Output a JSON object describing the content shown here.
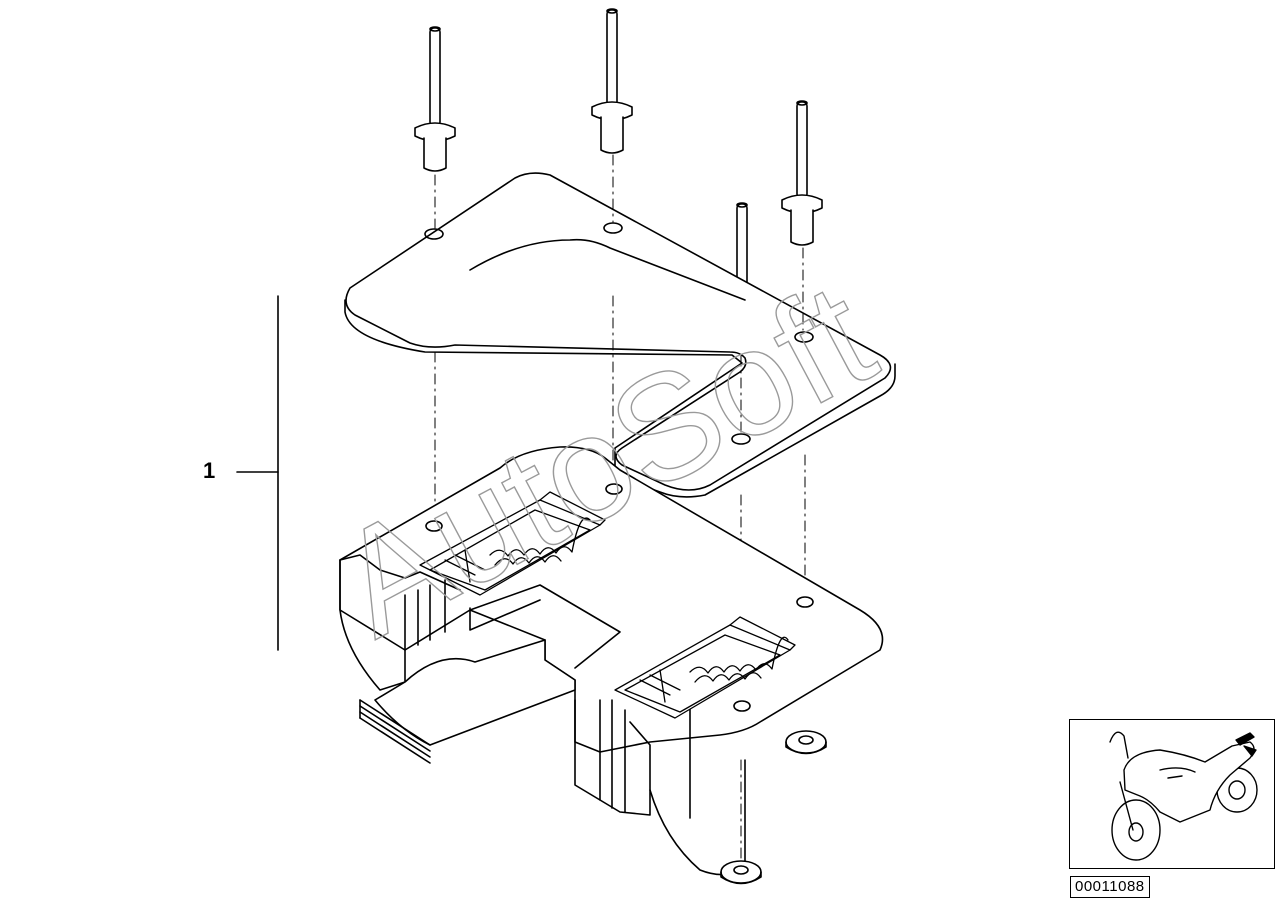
{
  "diagram": {
    "callouts": [
      {
        "label": "1"
      }
    ],
    "part_number": "00011088",
    "watermark_text": "AutoSoft",
    "colors": {
      "stroke": "#000000",
      "background": "#ffffff",
      "watermark": "#9a9a9a"
    }
  }
}
